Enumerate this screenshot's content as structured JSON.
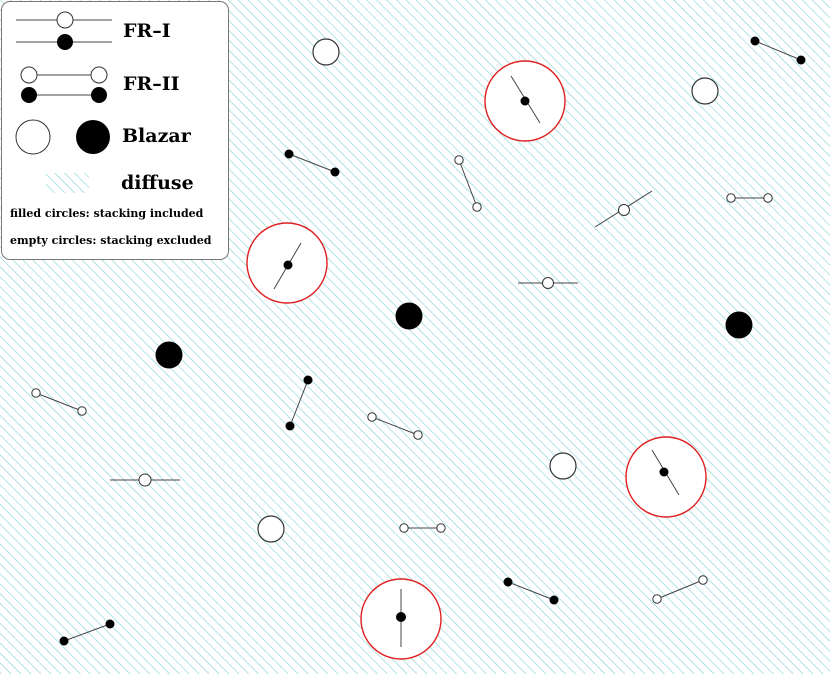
{
  "legend": {
    "fr1": "FR–I",
    "fr2": "FR–II",
    "blazar": "Blazar",
    "diffuse": "diffuse",
    "filled_note": "filled circles: stacking included",
    "empty_note": "empty circles: stacking excluded"
  },
  "colors": {
    "hatch": "#7fd0d3",
    "highlight_ring": "#e02020",
    "source_fill": "#000000",
    "source_stroke": "#000000",
    "jet": "#444444"
  }
}
